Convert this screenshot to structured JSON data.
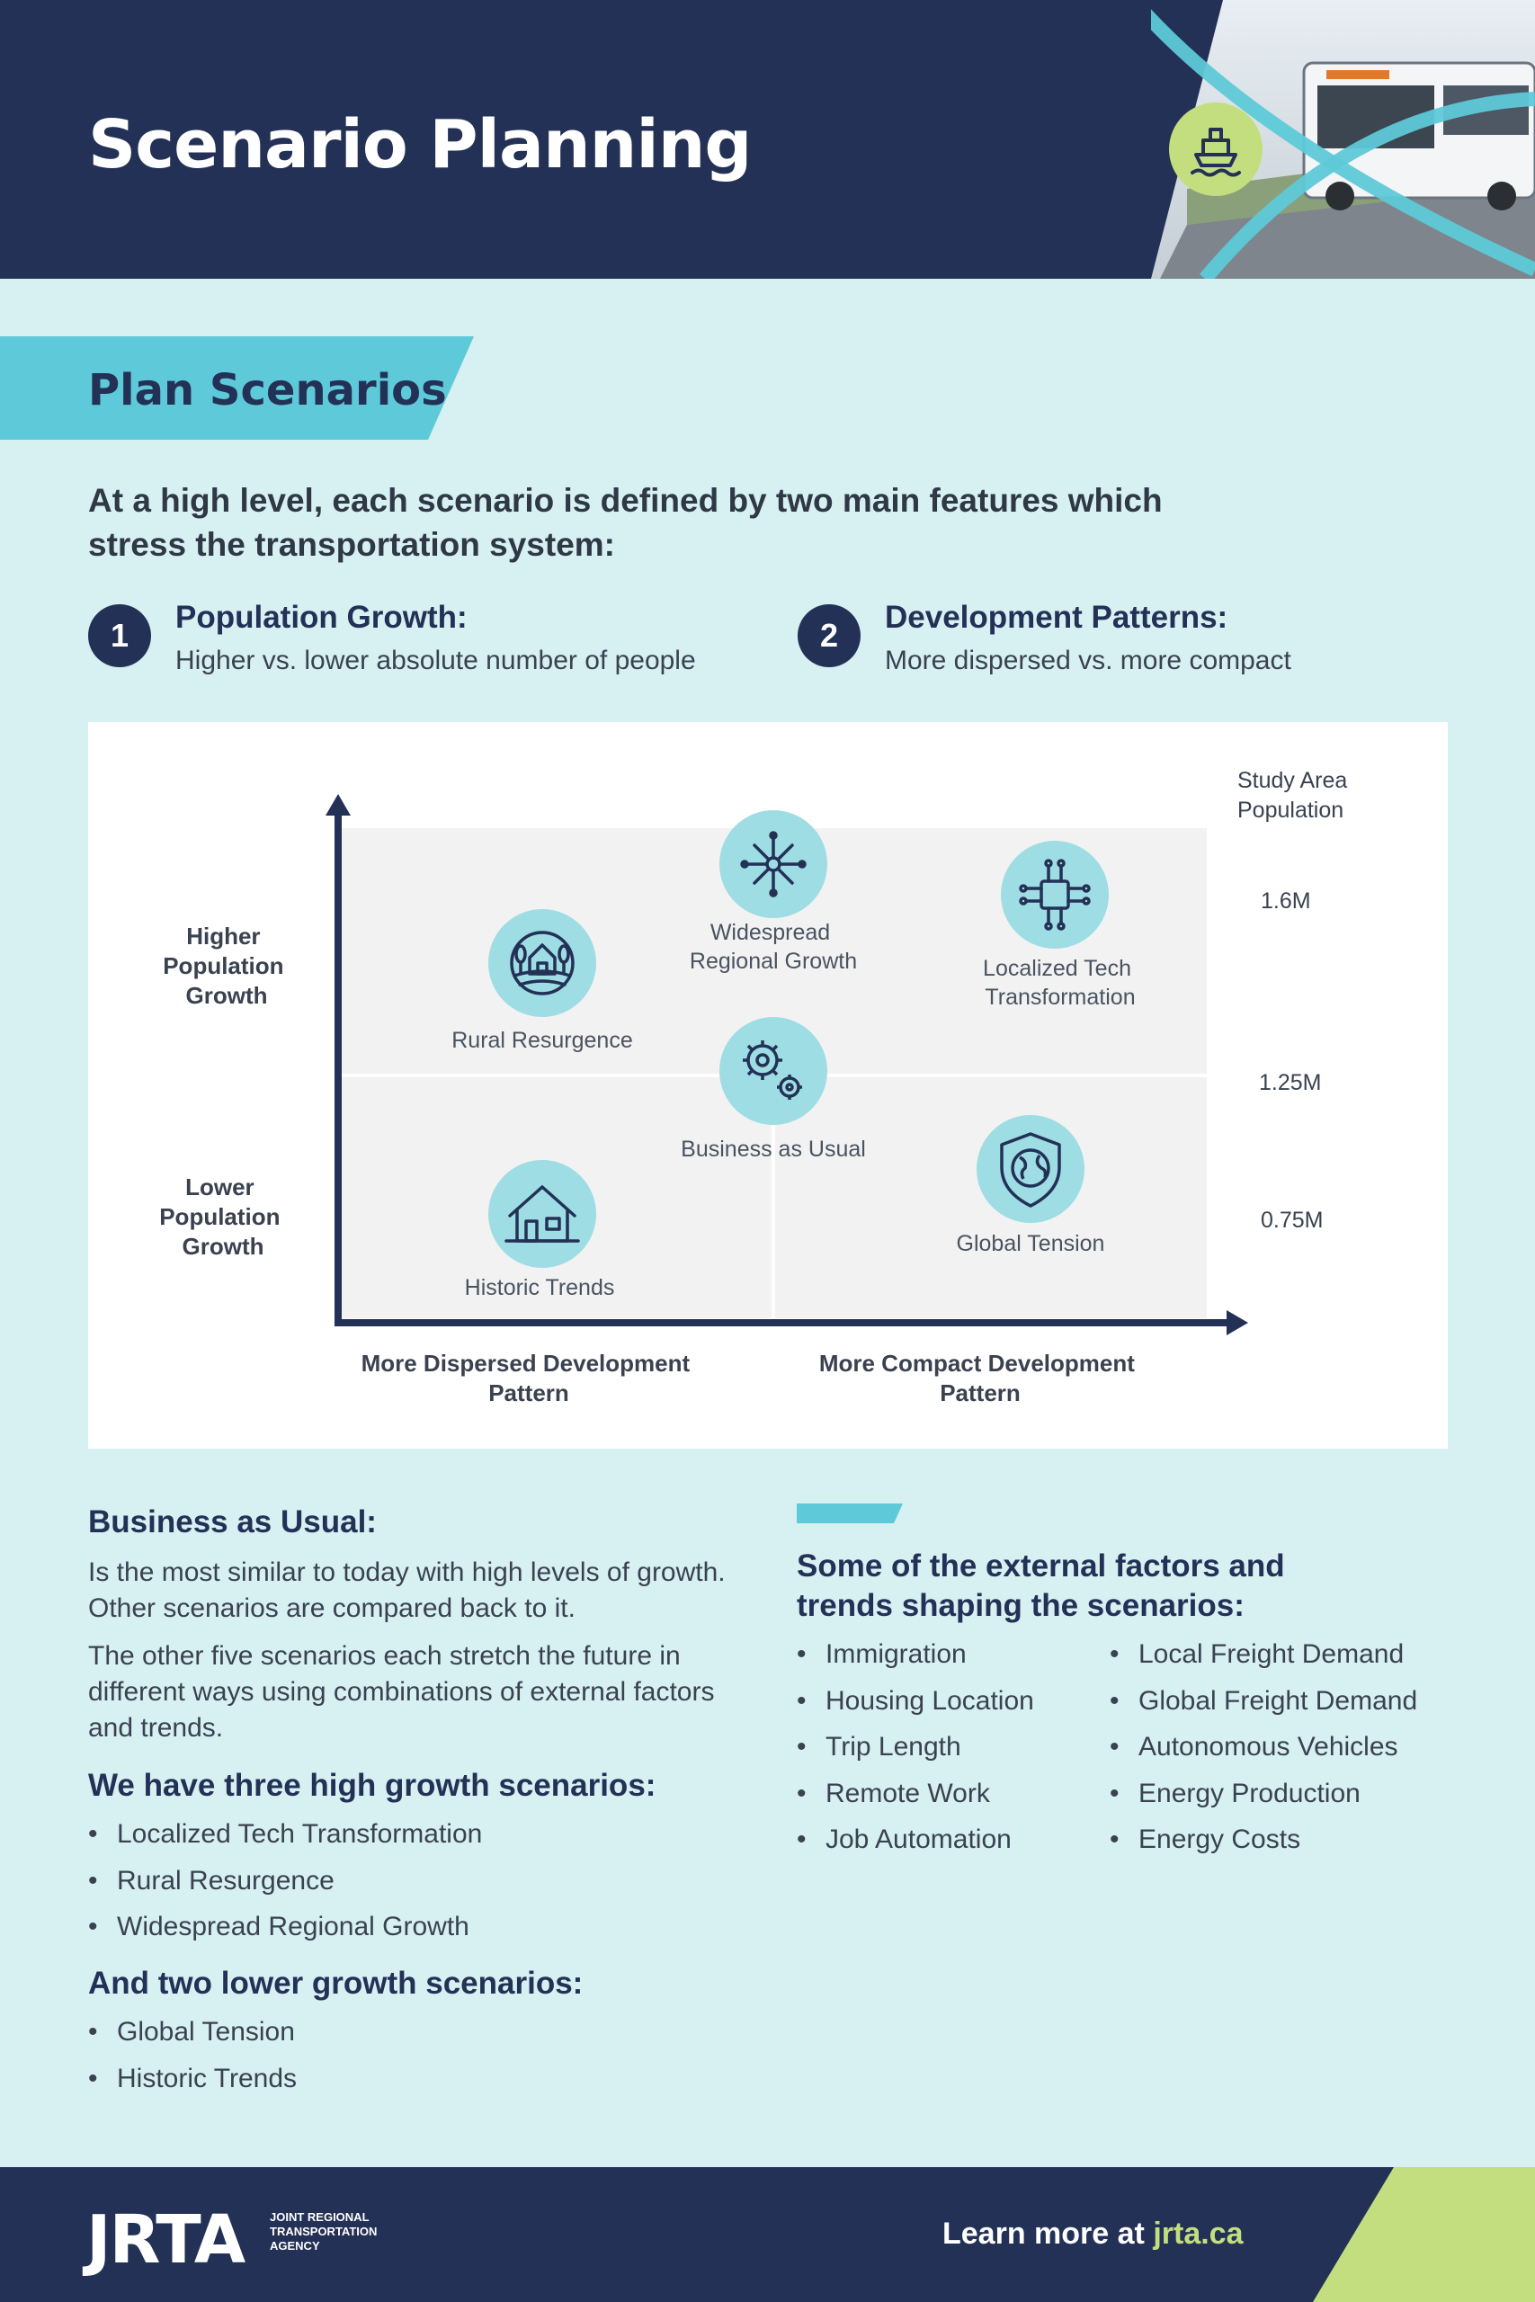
{
  "header": {
    "title": "Scenario Planning",
    "icons": {
      "badge": "ship-icon",
      "photo": "bus-photo"
    },
    "colors": {
      "navy": "#233156",
      "teal": "#5ec9d8",
      "green": "#c3de7e"
    }
  },
  "section": {
    "title": "Plan Scenarios"
  },
  "intro": "At a high level, each scenario is defined by two main features which stress the transportation system:",
  "features": [
    {
      "number": "1",
      "title": "Population Growth:",
      "subtitle": "Higher vs. lower absolute number of people"
    },
    {
      "number": "2",
      "title": "Development Patterns:",
      "subtitle": "More dispersed vs. more compact"
    }
  ],
  "chart_data": {
    "type": "scatter",
    "y_axis_labels": [
      "Higher Population Growth",
      "Lower Population Growth"
    ],
    "x_axis_labels": [
      "More Dispersed Development Pattern",
      "More Compact Development Pattern"
    ],
    "population_scale": {
      "title": "Study Area Population",
      "ticks": [
        "1.6M",
        "1.25M",
        "0.75M"
      ]
    },
    "points": [
      {
        "name": "Widespread Regional Growth",
        "icon": "network-hub-icon",
        "growth": "higher",
        "pattern": "middle"
      },
      {
        "name": "Localized Tech Transformation",
        "icon": "circuit-chip-icon",
        "growth": "higher",
        "pattern": "compact"
      },
      {
        "name": "Rural Resurgence",
        "icon": "farm-barn-icon",
        "growth": "higher",
        "pattern": "dispersed"
      },
      {
        "name": "Business as Usual",
        "icon": "gears-icon",
        "growth": "middle",
        "pattern": "middle"
      },
      {
        "name": "Historic Trends",
        "icon": "house-icon",
        "growth": "lower",
        "pattern": "dispersed"
      },
      {
        "name": "Global Tension",
        "icon": "globe-shield-icon",
        "growth": "lower",
        "pattern": "compact"
      }
    ]
  },
  "bau": {
    "title": "Business as Usual:",
    "p1": "Is the most similar to today with high levels of growth. Other scenarios are compared back to it.",
    "p2": "The other five scenarios each stretch the future in different ways using combinations of external factors and trends."
  },
  "high_growth": {
    "title": "We have three high growth scenarios:",
    "items": [
      "Localized Tech Transformation",
      "Rural Resurgence",
      "Widespread Regional Growth"
    ]
  },
  "low_growth": {
    "title": "And two lower growth scenarios:",
    "items": [
      "Global Tension",
      "Historic Trends"
    ]
  },
  "factors": {
    "title": "Some of the external factors and trends shaping the scenarios:",
    "col1": [
      "Immigration",
      "Housing Location",
      "Trip Length",
      "Remote Work",
      "Job Automation"
    ],
    "col2": [
      "Local Freight Demand",
      "Global Freight Demand",
      "Autonomous Vehicles",
      "Energy Production",
      "Energy Costs"
    ]
  },
  "footer": {
    "logo": "JRTA",
    "logo_sub": "JOINT REGIONAL TRANSPORTATION AGENCY",
    "learn_more": "Learn more at",
    "link": "jrta.ca"
  }
}
